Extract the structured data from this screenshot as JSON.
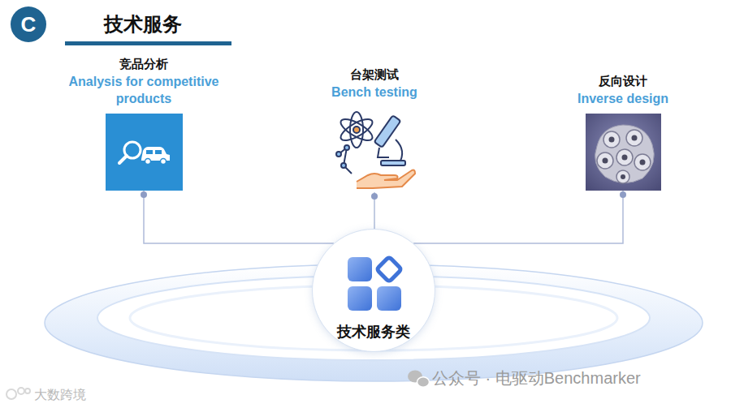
{
  "diagram": {
    "title": "技术服务",
    "nodes": [
      {
        "text": [
          "C"
        ]
      },
      {
        "text": [
          "竞品分析",
          "Analysis for competitive products"
        ]
      },
      {
        "text": [
          "台架测试",
          "Bench testing"
        ]
      },
      {
        "text": [
          "反向设计",
          "Inverse design"
        ]
      },
      {
        "text": [
          "技术服务类"
        ]
      }
    ],
    "edges": [
      {
        "from": 1,
        "to": 4,
        "arrow": "none"
      },
      {
        "from": 2,
        "to": 4,
        "arrow": "none"
      },
      {
        "from": 3,
        "to": 4,
        "arrow": "none"
      }
    ],
    "labels": [
      "公众号 · 电驱动Benchmarker",
      "大数跨境"
    ]
  }
}
